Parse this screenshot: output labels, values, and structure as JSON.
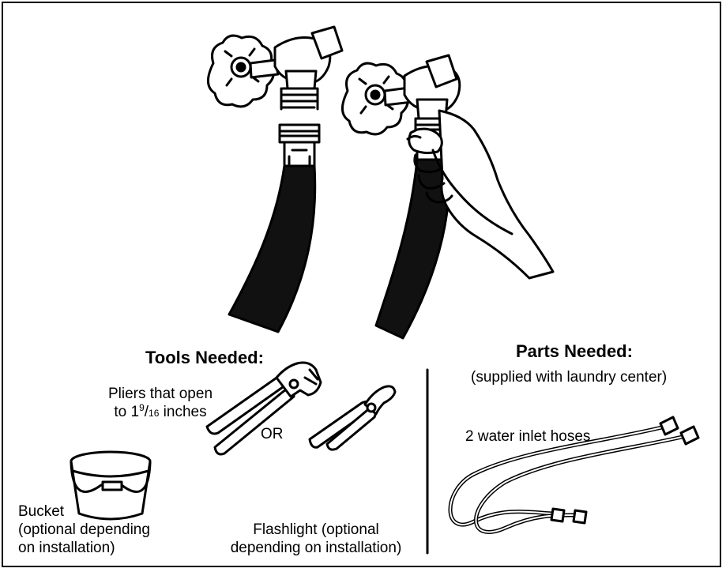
{
  "tools": {
    "heading": "Tools Needed:",
    "pliers": {
      "line1": "Pliers that open",
      "line2_prefix": "to 1",
      "line2_sup": "9",
      "line2_sub": "16",
      "line2_suffix": " inches"
    },
    "or_label": "OR",
    "bucket": {
      "line1": "Bucket",
      "line2": "(optional depending",
      "line3": "on installation)"
    },
    "flashlight": {
      "line1": "Flashlight (optional",
      "line2": "depending on installation)"
    }
  },
  "parts": {
    "heading": "Parts Needed:",
    "subheading": "(supplied with laundry center)",
    "hoses_label": "2 water inlet hoses"
  },
  "icons": [
    "faucet-icon",
    "hose-icon",
    "hand-icon",
    "pliers-icon",
    "bucket-icon",
    "inlet-hoses-icon"
  ]
}
